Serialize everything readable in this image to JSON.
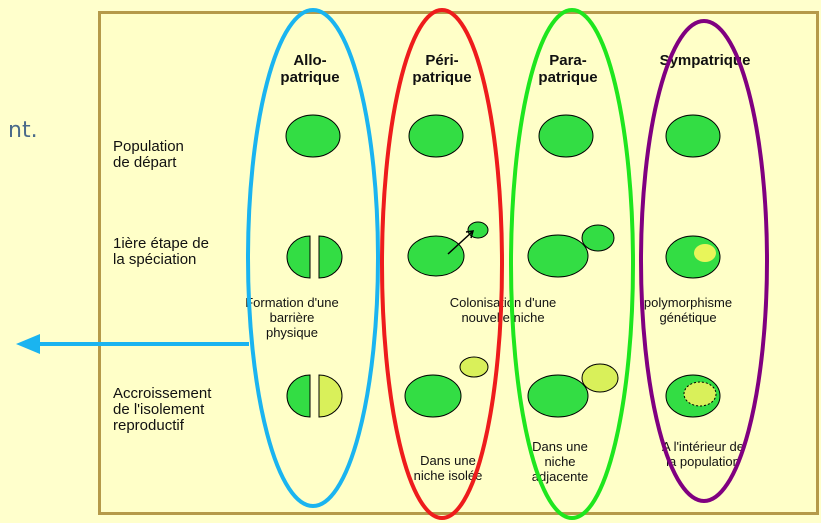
{
  "slide": {
    "partial_text": "nt."
  },
  "columns": [
    {
      "label": "Allo-\npatrique"
    },
    {
      "label": "Péri-\npatrique"
    },
    {
      "label": "Para-\npatrique"
    },
    {
      "label": "Sympatrique"
    }
  ],
  "rows": [
    {
      "label": "Population\nde départ"
    },
    {
      "label": "1ière étape de\nla spéciation"
    },
    {
      "label": "Accroissement\nde l'isolement\nreproductif"
    }
  ],
  "captions": {
    "allo_step1": "Formation d'une\nbarrière\nphysique",
    "peri_step1": "Colonisation d'une\nnouvelle niche",
    "sym_step1": "polymorphisme\ngénétique",
    "peri_step2": "Dans une\nniche isolée",
    "para_step2": "Dans une\nniche\nadjacente",
    "sym_step2": "A l'intérieur de\nla population"
  },
  "colors": {
    "allo_ring": "#1ab4f0",
    "peri_ring": "#ee1c1c",
    "para_ring": "#1ee61e",
    "sym_ring": "#800080",
    "cell_green": "#33dd44",
    "cell_yellow": "#d9f05a",
    "arrow": "#1ab4f0"
  }
}
